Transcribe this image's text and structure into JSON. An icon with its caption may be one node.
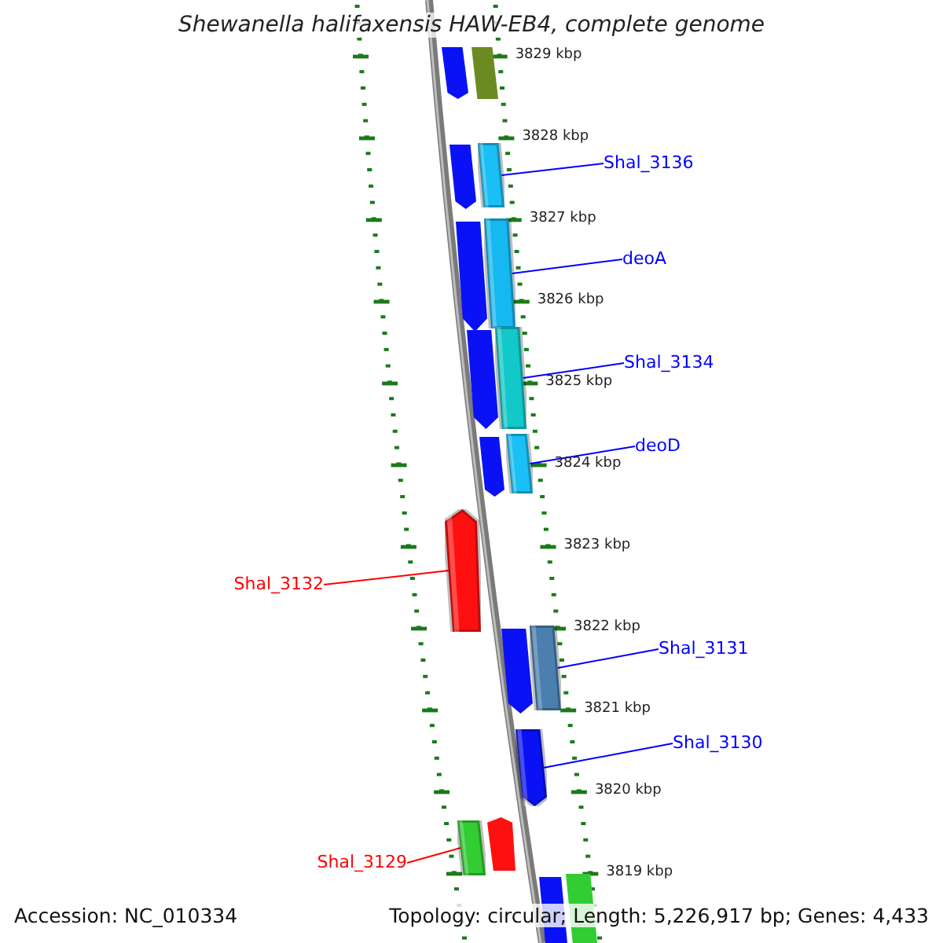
{
  "diagram": {
    "title": "Shewanella halifaxensis HAW-EB4, complete genome",
    "nodes": [
      {
        "text": [
          "Shal_3136"
        ]
      },
      {
        "text": [],
        "shape": "bar"
      },
      {
        "text": [
          "deoA"
        ]
      },
      {
        "text": [],
        "shape": "bar"
      },
      {
        "text": [
          "Shal_3134"
        ]
      },
      {
        "text": [],
        "shape": "bar"
      },
      {
        "text": [
          "deoD"
        ]
      },
      {
        "text": [],
        "shape": "bar"
      },
      {
        "text": [
          "Shal_3132"
        ]
      },
      {
        "text": [],
        "shape": "bar"
      },
      {
        "text": [
          "Shal_3131"
        ]
      },
      {
        "text": [],
        "shape": "bar"
      },
      {
        "text": [
          "Shal_3130"
        ]
      },
      {
        "text": [],
        "shape": "bar"
      },
      {
        "text": [
          "Shal_3129"
        ]
      },
      {
        "text": [],
        "shape": "bar"
      }
    ],
    "edges": [
      {
        "from": 0,
        "to": 1,
        "arrow": "none"
      },
      {
        "from": 2,
        "to": 3,
        "arrow": "none"
      },
      {
        "from": 4,
        "to": 5,
        "arrow": "none"
      },
      {
        "from": 6,
        "to": 7,
        "arrow": "none"
      },
      {
        "from": 8,
        "to": 9,
        "arrow": "none",
        "color": "#ff0000"
      },
      {
        "from": 10,
        "to": 11,
        "arrow": "none"
      },
      {
        "from": 12,
        "to": 13,
        "arrow": "none"
      },
      {
        "from": 14,
        "to": 15,
        "arrow": "none",
        "color": "#ff0000"
      }
    ],
    "labels": [
      "3829 kbp",
      "3828 kbp",
      "3827 kbp",
      "3826 kbp",
      "3825 kbp",
      "3824 kbp",
      "3823 kbp",
      "3822 kbp",
      "3821 kbp",
      "3820 kbp",
      "3819 kbp",
      "Accession: NC_010334",
      "Topology: circular; Length: 5,226,917 bp; Genes: 4,433"
    ]
  }
}
